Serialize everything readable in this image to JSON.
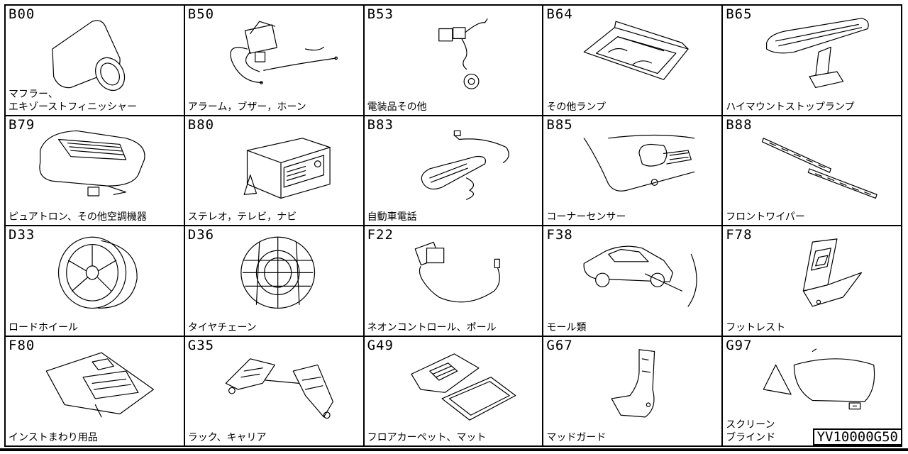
{
  "cells": [
    {
      "code": "B00",
      "label": "マフラー、\nエキゾーストフィニッシャー",
      "icon": "muffler-icon"
    },
    {
      "code": "B50",
      "label": "アラーム，ブザー，ホーン",
      "icon": "alarm-horn-icon"
    },
    {
      "code": "B53",
      "label": "電装品その他",
      "icon": "electrical-parts-icon"
    },
    {
      "code": "B64",
      "label": "その他ランプ",
      "icon": "room-lamp-icon"
    },
    {
      "code": "B65",
      "label": "ハイマウントストップランプ",
      "icon": "high-mount-stop-lamp-icon"
    },
    {
      "code": "B79",
      "label": "ピュアトロン、その他空調機器",
      "icon": "air-purifier-icon"
    },
    {
      "code": "B80",
      "label": "ステレオ，テレビ，ナビ",
      "icon": "car-stereo-icon"
    },
    {
      "code": "B83",
      "label": "自動車電話",
      "icon": "car-phone-icon"
    },
    {
      "code": "B85",
      "label": "コーナーセンサー",
      "icon": "corner-sensor-icon"
    },
    {
      "code": "B88",
      "label": "フロントワイパー",
      "icon": "front-wiper-icon"
    },
    {
      "code": "D33",
      "label": "ロードホイール",
      "icon": "road-wheel-icon"
    },
    {
      "code": "D36",
      "label": "タイヤチェーン",
      "icon": "tire-chain-icon"
    },
    {
      "code": "F22",
      "label": "ネオンコントロール、ポール",
      "icon": "neon-control-icon"
    },
    {
      "code": "F38",
      "label": "モール類",
      "icon": "molding-icon"
    },
    {
      "code": "F78",
      "label": "フットレスト",
      "icon": "footrest-icon"
    },
    {
      "code": "F80",
      "label": "インストまわり用品",
      "icon": "instrument-panel-icon"
    },
    {
      "code": "G35",
      "label": "ラック、キャリア",
      "icon": "roof-rack-icon"
    },
    {
      "code": "G49",
      "label": "フロアカーペット、マット",
      "icon": "floor-mat-icon"
    },
    {
      "code": "G67",
      "label": "マッドガード",
      "icon": "mudguard-icon"
    },
    {
      "code": "G97",
      "label": "スクリーン\nブラインド",
      "icon": "screen-blind-icon"
    }
  ],
  "document_id": "YV10000G50"
}
